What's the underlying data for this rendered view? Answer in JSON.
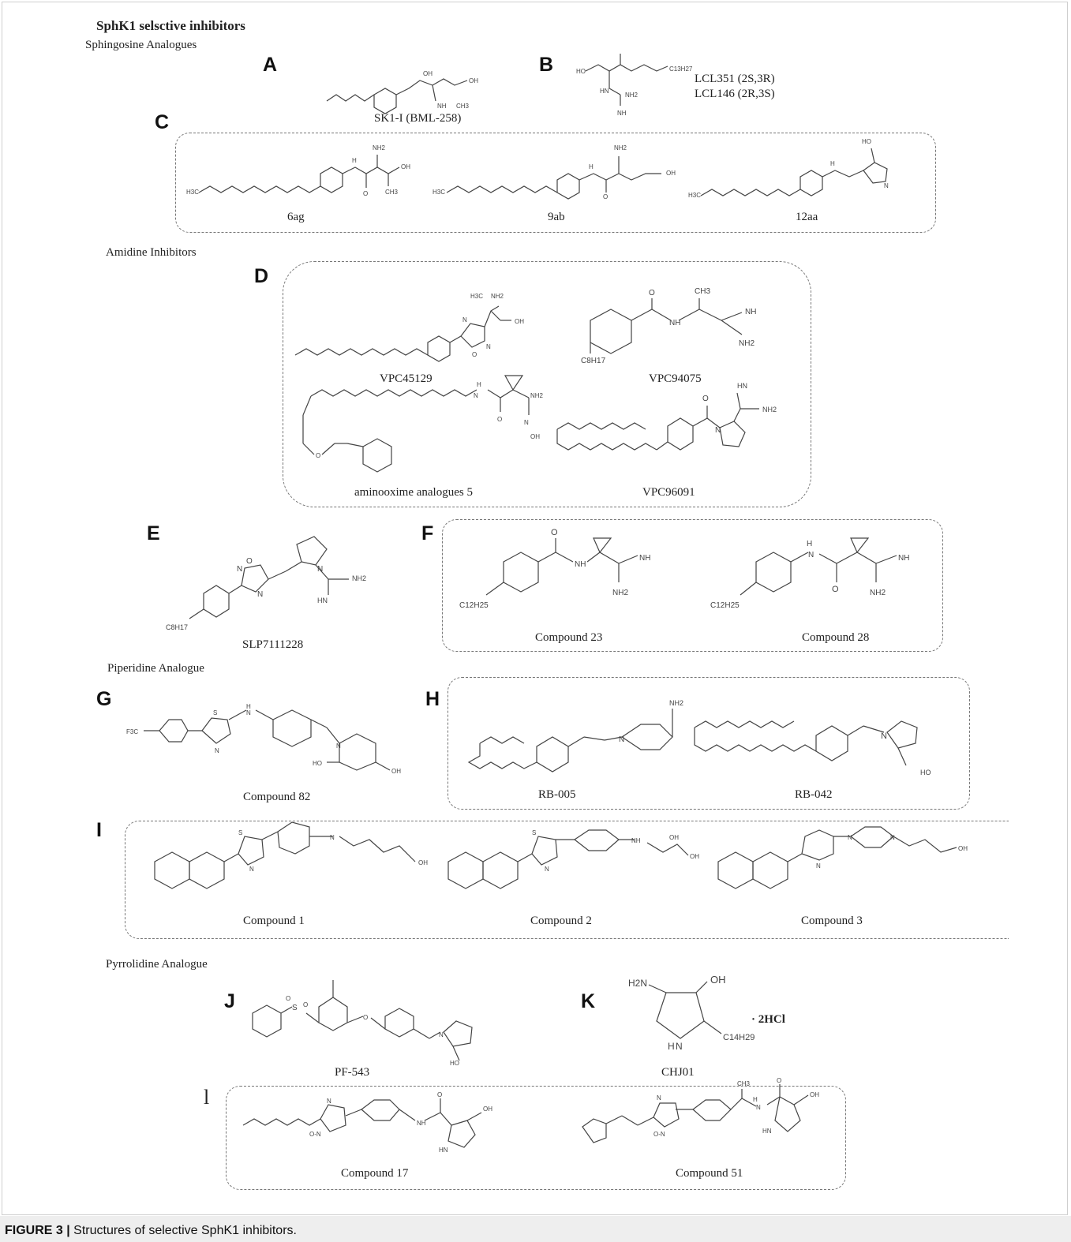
{
  "title": "SphK1 selsctive inhibitors",
  "sections": {
    "sphingosine": "Sphingosine Analogues",
    "amidine": "Amidine Inhibitors",
    "piperidine": "Piperidine Analogue",
    "pyrrolidine": "Pyrrolidine Analogue"
  },
  "panels": {
    "A": "A",
    "B": "B",
    "C": "C",
    "D": "D",
    "E": "E",
    "F": "F",
    "G": "G",
    "H": "H",
    "I": "I",
    "J": "J",
    "K": "K",
    "L": "l"
  },
  "compounds": {
    "sk1i": "SK1-I (BML-258)",
    "lcl351": "LCL351 (2S,3R)",
    "lcl146": "LCL146 (2R,3S)",
    "c6ag": "6ag",
    "c9ab": "9ab",
    "c12aa": "12aa",
    "vpc45129": "VPC45129",
    "vpc94075": "VPC94075",
    "aminooxime": "aminooxime analogues 5",
    "vpc96091": "VPC96091",
    "slp": "SLP7111228",
    "cpd23": "Compound 23",
    "cpd28": "Compound 28",
    "cpd82": "Compound 82",
    "rb005": "RB-005",
    "rb042": "RB-042",
    "cpd1": "Compound 1",
    "cpd2": "Compound 2",
    "cpd3": "Compound 3",
    "pf543": "PF-543",
    "chj01": "CHJ01",
    "cpd17": "Compound 17",
    "cpd51": "Compound 51"
  },
  "atoms": {
    "oh": "OH",
    "nh": "NH",
    "nh2": "NH2",
    "ho": "HO",
    "n": "N",
    "o": "O",
    "s": "S",
    "c8h17": "C8H17",
    "c12h25": "C12H25",
    "c13h27": "C13H27",
    "ch3": "CH3",
    "h3c": "H3C",
    "f3c": "F3C",
    "h2n": "H2N",
    "c14h29": "C14H29",
    "salt": "· 2HCl",
    "hn": "HN",
    "h": "H"
  },
  "caption": {
    "label": "FIGURE 3 |",
    "text": " Structures of selective SphK1 inhibitors."
  }
}
